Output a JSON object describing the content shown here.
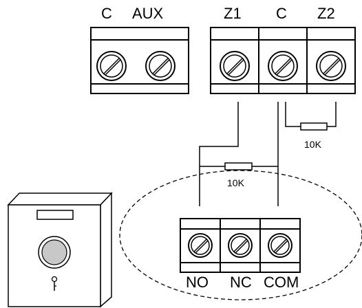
{
  "terminals_top_left": {
    "labels": [
      "C",
      "AUX"
    ]
  },
  "terminals_top_right": {
    "labels": [
      "Z1",
      "C",
      "Z2"
    ]
  },
  "terminals_bottom": {
    "labels": [
      "NO",
      "NC",
      "COM"
    ]
  },
  "resistors": {
    "upper_value": "10K",
    "lower_value": "10K"
  },
  "device": {
    "name": "exit-button-box",
    "icons": [
      "push-button-icon",
      "key-icon",
      "slot-icon"
    ]
  },
  "colors": {
    "line": "#000000",
    "background": "#ffffff",
    "button_fill": "#c8c8c8"
  }
}
